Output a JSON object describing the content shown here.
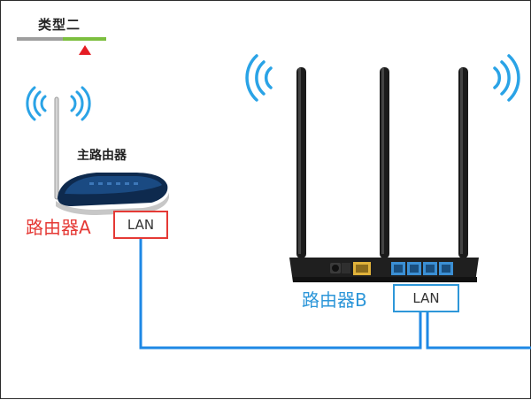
{
  "indicator": {
    "label": "类型二"
  },
  "router_a": {
    "caption": "主路由器",
    "name": "路由器A",
    "port": "LAN"
  },
  "router_b": {
    "name": "路由器B",
    "port": "LAN"
  },
  "colors": {
    "red": "#e53935",
    "blue": "#2e97d9",
    "cable": "#1e88e5",
    "green": "#7cbf3f",
    "gray": "#9e9e9e"
  }
}
